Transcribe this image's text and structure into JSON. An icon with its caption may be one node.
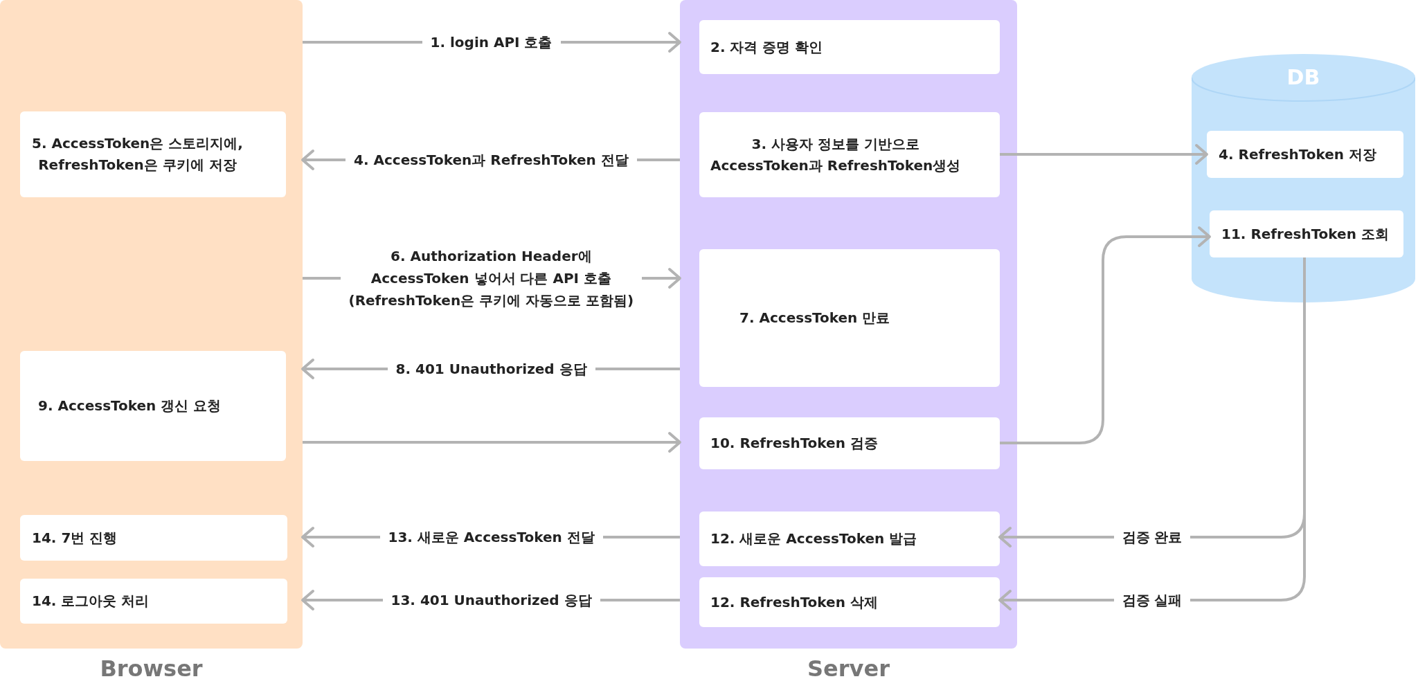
{
  "diagram": {
    "nodes": [
      {
        "text": [
          "Browser"
        ]
      },
      {
        "text": [
          "5. AccessToken은 스토리지에, RefreshToken은 쿠키에 저장"
        ],
        "in": 0
      },
      {
        "text": [
          "9. AccessToken 갱신 요청"
        ],
        "in": 0
      },
      {
        "text": [
          "14. 7번 진행"
        ],
        "in": 0
      },
      {
        "text": [
          "14. 로그아웃 처리"
        ],
        "in": 0
      },
      {
        "text": [
          "Server"
        ]
      },
      {
        "text": [
          "2. 자격 증명 확인"
        ],
        "in": 5
      },
      {
        "text": [
          "3. 사용자 정보를 기반으로 AccessToken과 RefreshToken생성"
        ],
        "in": 5
      },
      {
        "text": [
          "7. AccessToken 만료"
        ],
        "in": 5
      },
      {
        "text": [
          "10. RefreshToken 검증"
        ],
        "in": 5
      },
      {
        "text": [
          "12. 새로운 AccessToken 발급"
        ],
        "in": 5
      },
      {
        "text": [
          "12. RefreshToken 삭제"
        ],
        "in": 5
      },
      {
        "text": [
          "DB"
        ]
      },
      {
        "text": [
          "4. RefreshToken 저장"
        ],
        "in": 12
      },
      {
        "text": [
          "11. RefreshToken 조회"
        ],
        "in": 12
      }
    ],
    "edges": [
      {
        "from": 0,
        "to": 5,
        "arrow": "to",
        "label": "1. login API 호출"
      },
      {
        "from": 5,
        "to": 0,
        "arrow": "to",
        "label": "4. AccessToken과 RefreshToken 전달"
      },
      {
        "from": 7,
        "to": 13,
        "arrow": "to"
      },
      {
        "from": 0,
        "to": 5,
        "arrow": "to",
        "label": "6. Authorization Header에 AccessToken 넣어서 다른 API 호출 (RefreshToken은 쿠키에 자동으로 포함됨)"
      },
      {
        "from": 5,
        "to": 0,
        "arrow": "to",
        "label": "8. 401 Unauthorized 응답"
      },
      {
        "from": 0,
        "to": 5,
        "arrow": "to"
      },
      {
        "from": 9,
        "to": 14,
        "arrow": "to"
      },
      {
        "from": 14,
        "to": 10,
        "arrow": "to",
        "label": "검증 완료"
      },
      {
        "from": 14,
        "to": 11,
        "arrow": "to",
        "label": "검증 실패"
      },
      {
        "from": 5,
        "to": 0,
        "arrow": "to",
        "label": "13. 새로운 AccessToken 전달"
      },
      {
        "from": 5,
        "to": 0,
        "arrow": "to",
        "label": "13. 401 Unauthorized 응답"
      }
    ]
  }
}
